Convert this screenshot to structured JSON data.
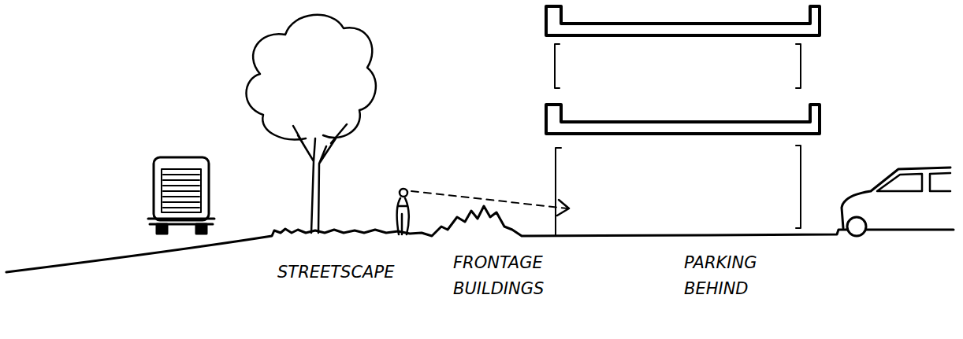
{
  "diagram": {
    "labels": [
      "STREETSCAPE",
      "FRONTAGE BUILDINGS",
      "PARKING BEHIND"
    ]
  }
}
